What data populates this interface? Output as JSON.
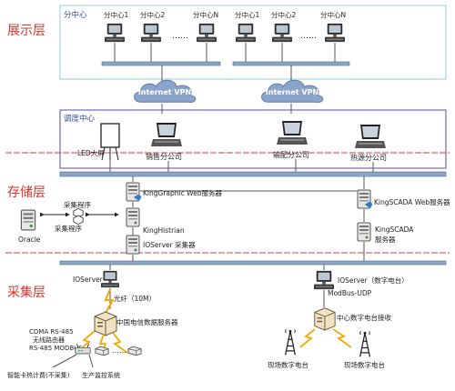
{
  "layers": {
    "display": "展示层",
    "storage": "存储层",
    "collection": "采集层"
  },
  "sub_center": {
    "title": "分中心",
    "pcs": [
      "分中心1",
      "分中心2",
      "分中心N",
      "分中心1",
      "分中心2",
      "分中心N"
    ],
    "ellipsis": "……"
  },
  "vpn": [
    "Internet VPN",
    "Internet VPN"
  ],
  "dispatch": {
    "title": "调度中心",
    "led": "LED大屏",
    "laptops": [
      "销售分公司",
      "输配分公司",
      "热源分公司"
    ]
  },
  "storage": {
    "oracle": "Oracle",
    "collect_upper": "采集程序",
    "collect_lower": "采集程序",
    "kinggraphic": "KingGraphic Web服务器",
    "kinghistrian": "KingHistrian",
    "ioserver": "IOServer 采集器",
    "kingscada_web": "KingSCADA Web服务器",
    "kingscada_server_l1": "KingSCADA",
    "kingscada_server_l2": "服务器"
  },
  "collection": {
    "ioserver_left": "IOServer",
    "fiber": "光纤（10M）",
    "telecom": "中国电信数据服务器",
    "cdma_l1": "CDMA RS-485",
    "cdma_l2": "无线路由器",
    "cdma_l3": "RS-485 MODBUS",
    "ellipsis": "……",
    "smart_meter": "智能卡热计费(不采集)",
    "production_monitor": "生产监控系统",
    "ioserver_right": "IOServer（数字电台）",
    "modbus_udp": "ModBus-UDP",
    "radio_center": "中心数字电台接收",
    "field_radio_1": "现场数字电台",
    "field_radio_2": "现场数字电台"
  },
  "colors": {
    "layer_title": "#d9342b",
    "box_title": "#2f4aa8",
    "subcenter_border": "#8fd0de",
    "dispatch_border": "#5a4d9a",
    "separator": "#e23b3b",
    "bus_fill": "#8ea6c7",
    "bus_stroke": "#4d6690",
    "cloud_fill": "#8ba4c9",
    "cloud_text": "#ffffff"
  },
  "icons": {
    "pc": "desktop-computer-icon",
    "laptop": "laptop-icon",
    "server": "server-tower-icon",
    "cloud": "cloud-icon",
    "radio": "radio-tower-icon",
    "database": "database-server-icon",
    "router": "router-icon",
    "led_screen": "led-screen-icon"
  }
}
